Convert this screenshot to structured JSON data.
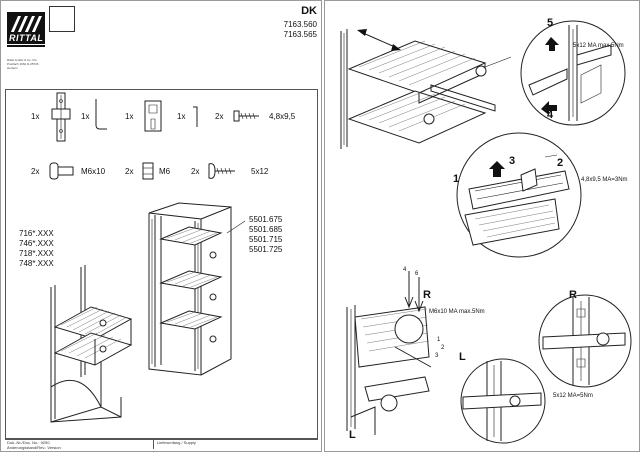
{
  "header": {
    "brand": "RITTAL",
    "lang": "DK",
    "codes": [
      "7163.560",
      "7163.565"
    ],
    "fine_print": "Rittal GmbH & Co. KG Postfach 1662 D-35726 Herborn"
  },
  "parts": [
    {
      "qty": "1x",
      "icon": "rail-bracket-icon"
    },
    {
      "qty": "1x",
      "icon": "allen-key-icon"
    },
    {
      "qty": "1x",
      "icon": "mounting-clip-icon"
    },
    {
      "qty": "1x",
      "icon": "small-hook-icon"
    },
    {
      "qty": "2x",
      "icon": "tapping-screw-icon",
      "spec": "4,8x9,5"
    },
    {
      "qty": "2x",
      "icon": "bolt-icon",
      "spec": "M6x10"
    },
    {
      "qty": "2x",
      "icon": "nut-icon",
      "spec": "M6"
    },
    {
      "qty": "2x",
      "icon": "screw-icon",
      "spec": "5x12"
    }
  ],
  "left_part_numbers": [
    "716*.XXX",
    "746*.XXX",
    "718*.XXX",
    "748*.XXX"
  ],
  "right_part_numbers": [
    "5501.675",
    "5501.685",
    "5501.715",
    "5501.725"
  ],
  "footer": {
    "left_line1": "Dok.-Nr./Doc. No.: 9290.",
    "left_line2": "Änderungsstand/Rev.: Version",
    "right_line1": "Lieferumfang / Supply"
  },
  "callouts": {
    "step_numbers": [
      "1",
      "2",
      "3",
      "4",
      "5"
    ],
    "torque_top": "5x12 MA max.5Nm",
    "torque_mid": "4,8x9,5 MA=3Nm",
    "torque_bolt": "M6x10 MA max.5Nm",
    "torque_bottom": "5x12 MA=5Nm",
    "corner_R": "R",
    "corner_L": "L",
    "bolt_nums": [
      "4",
      "6",
      "1",
      "2",
      "3"
    ]
  },
  "colors": {
    "line": "#222222",
    "page_border": "#9a9a9a",
    "frame": "#555555"
  }
}
